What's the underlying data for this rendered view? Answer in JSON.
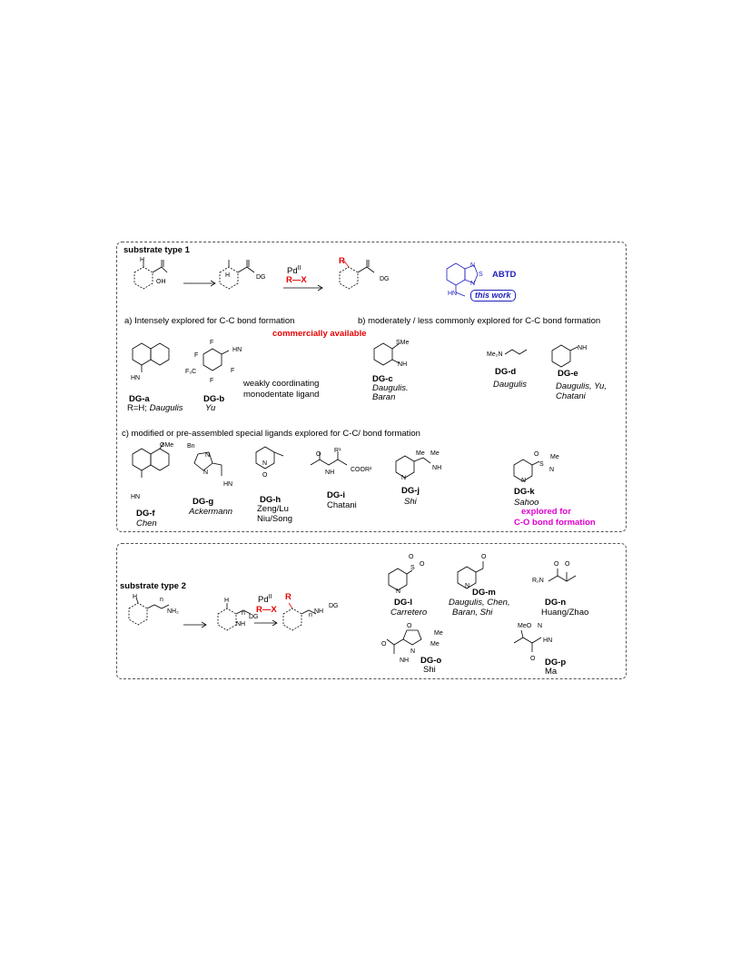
{
  "type1": {
    "header": "substrate type 1",
    "sm_labels": [
      "H",
      "OH"
    ],
    "int_labels": [
      "H",
      "DG"
    ],
    "reagent_pd": "Pd",
    "reagent_pd_sup": "II",
    "reagent_rx": "R—X",
    "prod_labels": [
      "R",
      "DG"
    ],
    "abtd_name": "ABTD",
    "abtd_atoms": [
      "S",
      "N",
      "N",
      "HN"
    ],
    "this_work": "this work",
    "section_a": "a) Intensely explored for C-C bond formation",
    "section_b": "b) moderately / less commonly explored for C-C bond formation",
    "commercial": "commercially available",
    "section_c": "c) modified or pre-assembled special ligands explored for C-C/ bond formation",
    "weak_line1": "weakly coordinating",
    "weak_line2": "monodentate ligand",
    "dg": {
      "a": {
        "label": "DG-a",
        "cite_plain": "R=H; ",
        "cite_italic": "Daugulis",
        "atoms": [
          "HN"
        ]
      },
      "b": {
        "label": "DG-b",
        "cite": "Yu",
        "atoms": [
          "F",
          "F",
          "F",
          "F",
          "F₃C",
          "H",
          "N"
        ]
      },
      "c": {
        "label": "DG-c",
        "cite1": "Daugulis.",
        "cite2": "Baran",
        "atoms": [
          "SMe",
          "N",
          "H"
        ]
      },
      "d": {
        "label": "DG-d",
        "cite": "Daugulis",
        "atoms": [
          "Me₂N"
        ]
      },
      "e": {
        "label": "DG-e",
        "cite1": "Daugulis, Yu,",
        "cite2": "Chatani",
        "atoms": [
          "N",
          "H",
          "N"
        ]
      },
      "f": {
        "label": "DG-f",
        "cite": "Chen",
        "atoms": [
          "OMe",
          "HN"
        ]
      },
      "g": {
        "label": "DG-g",
        "cite": "Ackermann",
        "atoms": [
          "Bn",
          "N",
          "N",
          "HN"
        ]
      },
      "h": {
        "label": "DG-h",
        "cite1": "Zeng/Lu",
        "cite2": "Niu/Song",
        "atoms": [
          "N",
          "O"
        ]
      },
      "i": {
        "label": "DG-i",
        "cite": "Chatani",
        "atoms": [
          "R¹",
          "N",
          "H",
          "COOR²",
          "O"
        ]
      },
      "j": {
        "label": "DG-j",
        "cite": "Shi",
        "atoms": [
          "Me",
          "Me",
          "N",
          "N",
          "H"
        ]
      },
      "k": {
        "label": "DG-k",
        "cite": "Sahoo",
        "note1": "explored for",
        "note2": "C-O bond formation",
        "atoms": [
          "O",
          "S",
          "Me",
          "N",
          "N"
        ]
      }
    }
  },
  "type2": {
    "header": "substrate type 2",
    "sm_labels": [
      "H",
      "NH₂"
    ],
    "int_labels": [
      "H",
      "NH",
      "DG"
    ],
    "reagent_pd": "Pd",
    "reagent_pd_sup": "II",
    "reagent_rx": "R—X",
    "prod_labels": [
      "R",
      "NH",
      "DG"
    ],
    "chain_label": "n",
    "dg": {
      "l": {
        "label": "DG-l",
        "cite": "Carretero",
        "atoms": [
          "O",
          "S",
          "O",
          "N"
        ]
      },
      "m": {
        "label": "DG-m",
        "cite1": "Daugulis, Chen,",
        "cite2": "Baran, Shi",
        "atoms": [
          "O",
          "N"
        ]
      },
      "n": {
        "label": "DG-n",
        "cite": "Huang/Zhao",
        "atoms": [
          "R₂N",
          "O",
          "O"
        ]
      },
      "o": {
        "label": "DG-o",
        "cite": "Shi",
        "atoms": [
          "O",
          "N",
          "Me",
          "Me",
          "NH",
          "O"
        ]
      },
      "p": {
        "label": "DG-p",
        "cite": "Ma",
        "atoms": [
          "MeO",
          "N",
          "H",
          "N",
          "O"
        ]
      }
    }
  }
}
